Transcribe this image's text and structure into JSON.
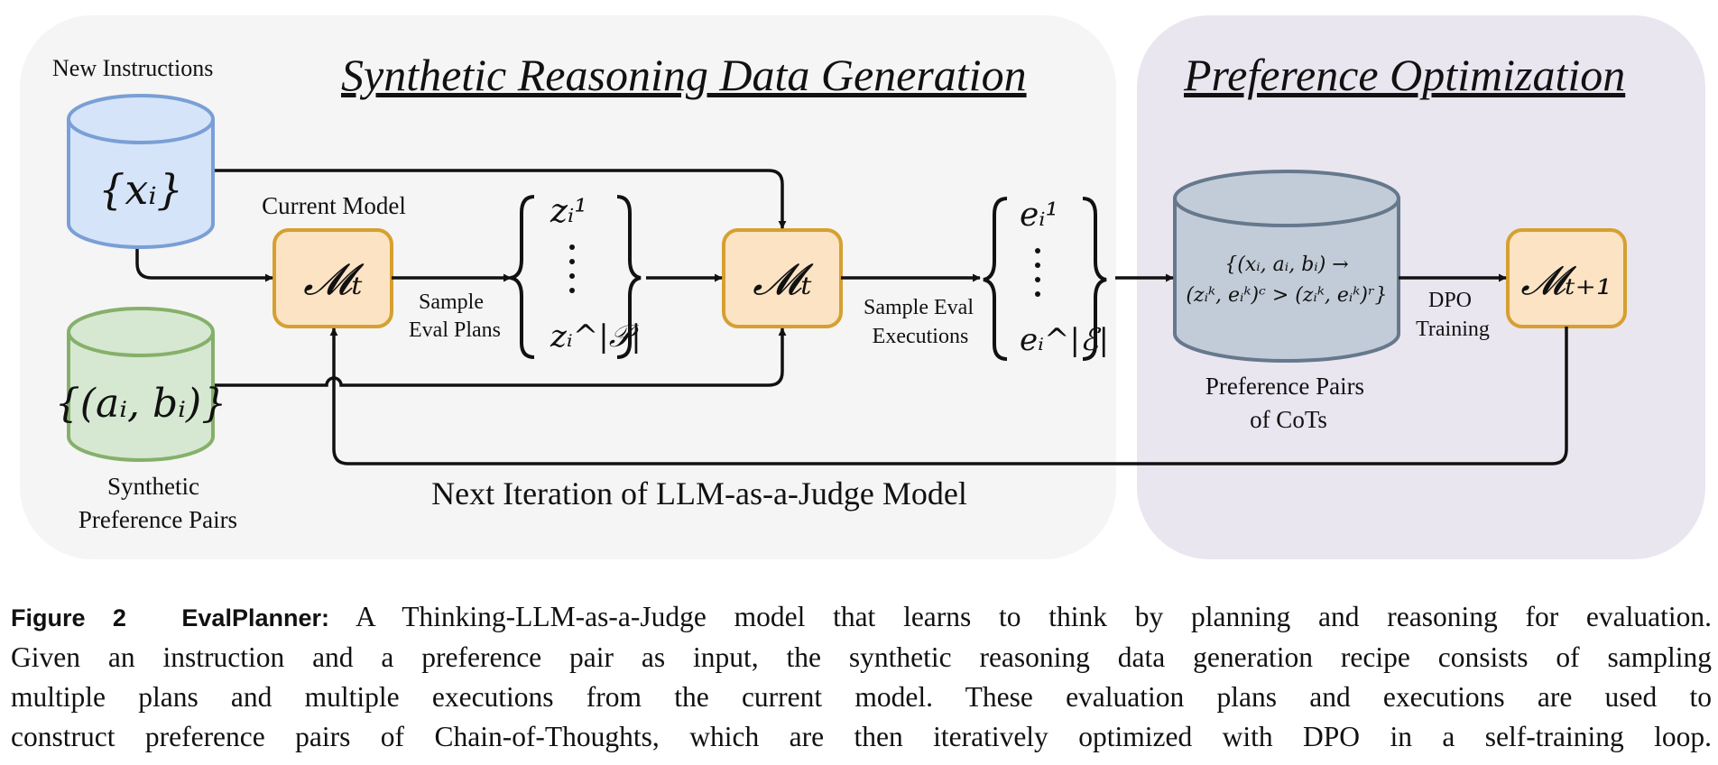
{
  "panels": {
    "generation_title": "Synthetic Reasoning Data Generation",
    "optimization_title": "Preference Optimization"
  },
  "labels": {
    "new_instructions": "New Instructions",
    "instructions_db": "{xᵢ}",
    "current_model": "Current Model",
    "model_t": "𝓜ₜ",
    "model_t_exec": "𝓜ₜ",
    "model_next": "𝓜ₜ₊₁",
    "sample_eval_plans_1": "Sample",
    "sample_eval_plans_2": "Eval Plans",
    "plan_top": "zᵢ¹",
    "plan_bottom": "zᵢ^|𝒫|",
    "sample_eval_exec_1": "Sample Eval",
    "sample_eval_exec_2": "Executions",
    "exec_top": "eᵢ¹",
    "exec_bottom": "eᵢ^|ℰ|",
    "pref_db_line1": "{(xᵢ, aᵢ, bᵢ) →",
    "pref_db_line2": "(zᵢᵏ, eᵢᵏ)ᶜ > (zᵢᵏ, eᵢᵏ)ʳ}",
    "pref_pairs_cots_1": "Preference Pairs",
    "pref_pairs_cots_2": "of CoTs",
    "dpo_1": "DPO",
    "dpo_2": "Training",
    "synthetic_db": "{(aᵢ, bᵢ)}",
    "synthetic_pairs_1": "Synthetic",
    "synthetic_pairs_2": "Preference Pairs",
    "next_iteration": "Next Iteration of LLM-as-a-Judge Model"
  },
  "caption": {
    "figure_label": "Figure 2",
    "figure_name": "EvalPlanner:",
    "line1": "A Thinking-LLM-as-a-Judge model that learns to think by planning and reasoning for evaluation.",
    "line2": "Given an instruction and a preference pair as input, the synthetic reasoning data generation recipe consists of sampling",
    "line3": "multiple plans and multiple executions from the current model. These evaluation plans and executions are used to",
    "line4": "construct preference pairs of Chain-of-Thoughts, which are then iteratively optimized with DPO in a self-training loop."
  },
  "colors": {
    "panel_left": "#f5f5f5",
    "panel_right": "#e9e6f0",
    "model_fill": "#fbe3c4",
    "model_stroke": "#d6a030",
    "instr_fill": "#d6e4f9",
    "instr_stroke": "#7a9fd6",
    "synth_fill": "#d6e8d1",
    "synth_stroke": "#86b06a",
    "pref_fill": "#c2ccd8",
    "pref_stroke": "#66788c"
  }
}
